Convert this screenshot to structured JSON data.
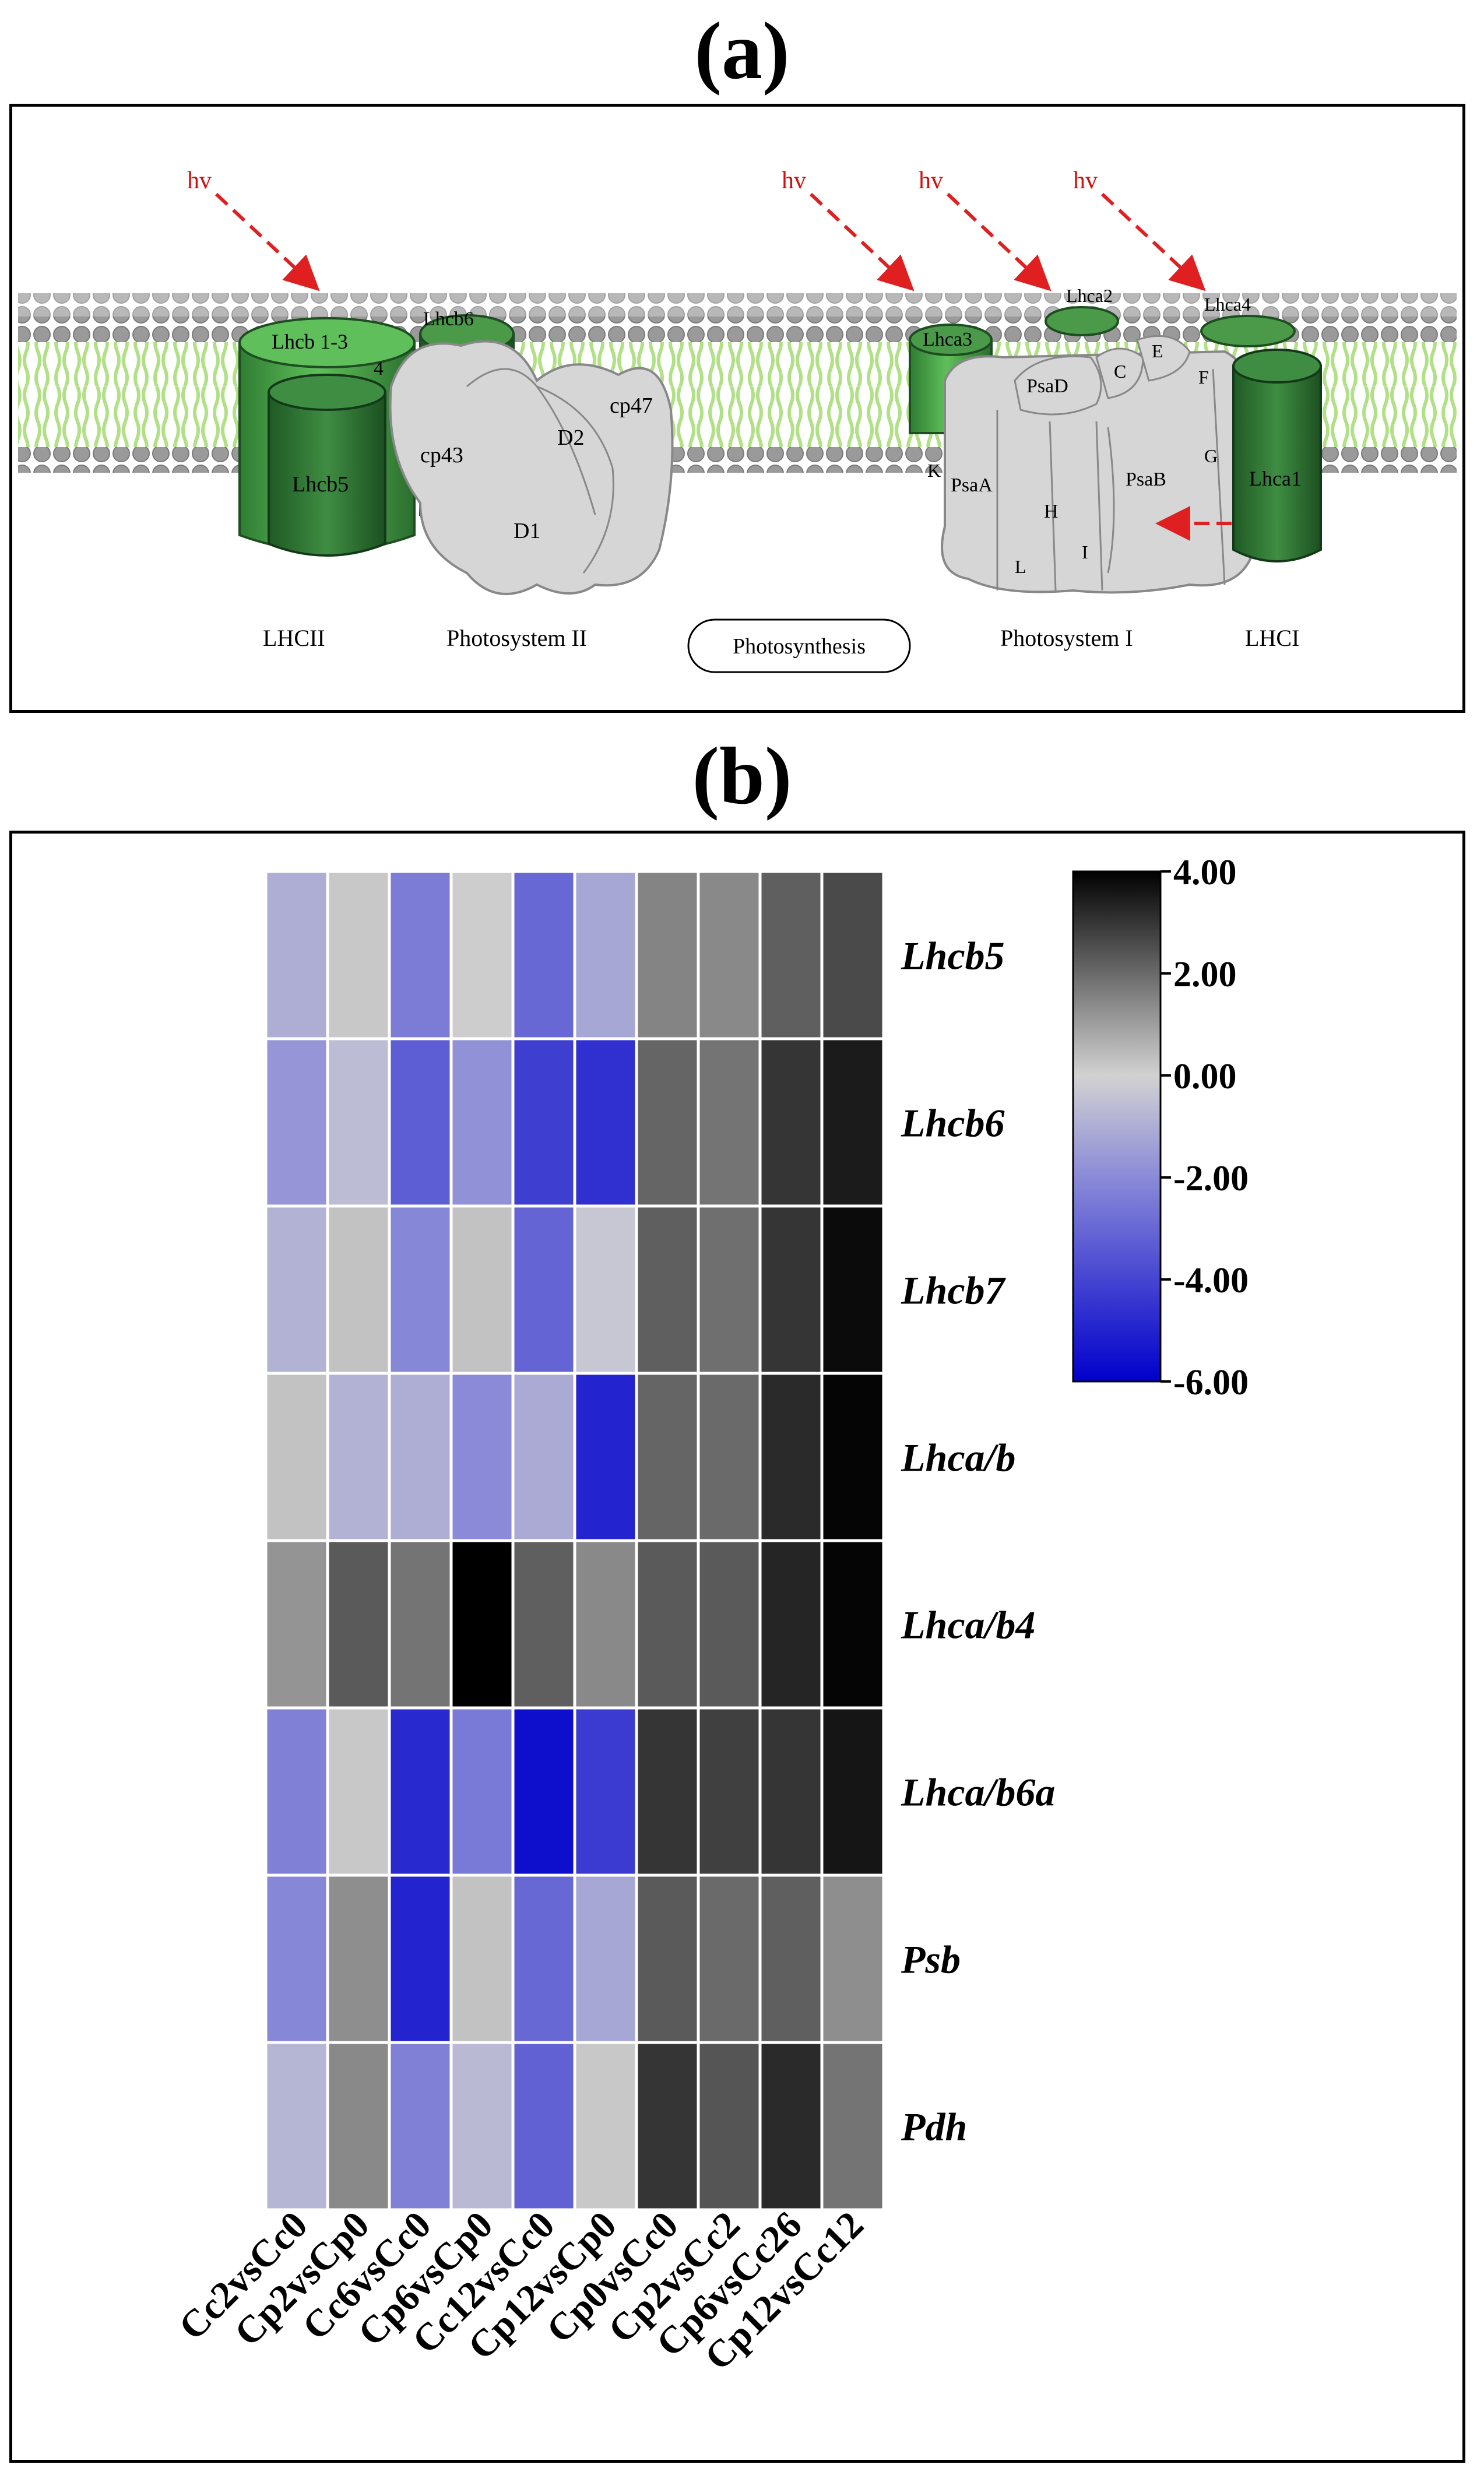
{
  "panels": {
    "a": {
      "label": "(a)",
      "photon_label": "hv",
      "complex_labels": {
        "lhcii": "LHCII",
        "photosystem_ii": "Photosystem II",
        "photosynthesis_button": "Photosynthesis",
        "photosystem_i": "Photosystem I",
        "lhci": "LHCI"
      },
      "protein_labels": {
        "lhcb13": "Lhcb 1-3",
        "lhcb4": "4",
        "lhcb5": "Lhcb5",
        "lhcb6": "Lhcb6",
        "cp43": "cp43",
        "cp47": "cp47",
        "d1": "D1",
        "d2": "D2",
        "lhca3": "Lhca3",
        "lhca2": "Lhca2",
        "lhca4": "Lhca4",
        "lhca1": "Lhca1",
        "psad": "PsaD",
        "psaa": "PsaA",
        "psab": "PsaB",
        "c": "C",
        "e": "E",
        "f": "F",
        "g": "G",
        "h": "H",
        "k": "K",
        "l": "L",
        "i": "I"
      },
      "colors": {
        "photon": "#e02020",
        "protein_green": "#3f9a3f",
        "ps_core": "#d6d6d6",
        "lipid_tail": "#a8dd7a",
        "lipid_head": "#9a9a9a"
      }
    },
    "b": {
      "label": "(b)"
    }
  },
  "chart_data": {
    "type": "heatmap",
    "rows": [
      "Lhcb5",
      "Lhcb6",
      "Lhcb7",
      "Lhca/b",
      "Lhca/b4",
      "Lhca/b6a",
      "Psb",
      "Pdh"
    ],
    "columns": [
      "Cc2vsCc0",
      "Cp2vsCp0",
      "Cc6vsCc0",
      "Cp6vsCp0",
      "Cc12vsCc0",
      "Cp12vsCp0",
      "Cp0vsCc0",
      "Cp2vsCc2",
      "Cp6vsCc26",
      "Cp12vsCc12"
    ],
    "values": [
      [
        -1.0,
        0.2,
        -2.4,
        0.1,
        -3.0,
        -1.2,
        1.5,
        1.4,
        2.2,
        2.6
      ],
      [
        -1.7,
        -0.6,
        -3.3,
        -1.8,
        -4.2,
        -4.6,
        2.1,
        1.8,
        3.0,
        3.5
      ],
      [
        -0.9,
        0.3,
        -2.1,
        0.3,
        -3.1,
        -0.3,
        2.2,
        1.9,
        3.0,
        3.8
      ],
      [
        0.3,
        -0.9,
        -1.0,
        -2.0,
        -1.1,
        -5.0,
        2.1,
        2.0,
        3.2,
        3.9
      ],
      [
        1.2,
        2.3,
        1.8,
        4.0,
        2.2,
        1.4,
        2.3,
        2.3,
        3.3,
        3.9
      ],
      [
        -2.3,
        0.2,
        -4.8,
        -2.5,
        -5.6,
        -4.3,
        3.0,
        2.8,
        3.0,
        3.6
      ],
      [
        -2.1,
        1.3,
        -5.0,
        0.3,
        -3.0,
        -1.2,
        2.3,
        2.0,
        2.2,
        1.3
      ],
      [
        -0.8,
        1.4,
        -2.3,
        -0.7,
        -3.2,
        0.2,
        3.0,
        2.4,
        3.2,
        1.8
      ]
    ],
    "colorbar": {
      "min": -6.0,
      "max": 4.0,
      "ticks": [
        "4.00",
        "2.00",
        "0.00",
        "-2.00",
        "-4.00",
        "-6.00"
      ],
      "tick_values": [
        4,
        2,
        0,
        -2,
        -4,
        -6
      ]
    },
    "color_stops": [
      {
        "value": -6,
        "color": "#0000cc"
      },
      {
        "value": -2,
        "color": "#8a8ad8"
      },
      {
        "value": 0,
        "color": "#d2d2d2"
      },
      {
        "value": 2,
        "color": "#6a6a6a"
      },
      {
        "value": 4,
        "color": "#000000"
      }
    ]
  }
}
